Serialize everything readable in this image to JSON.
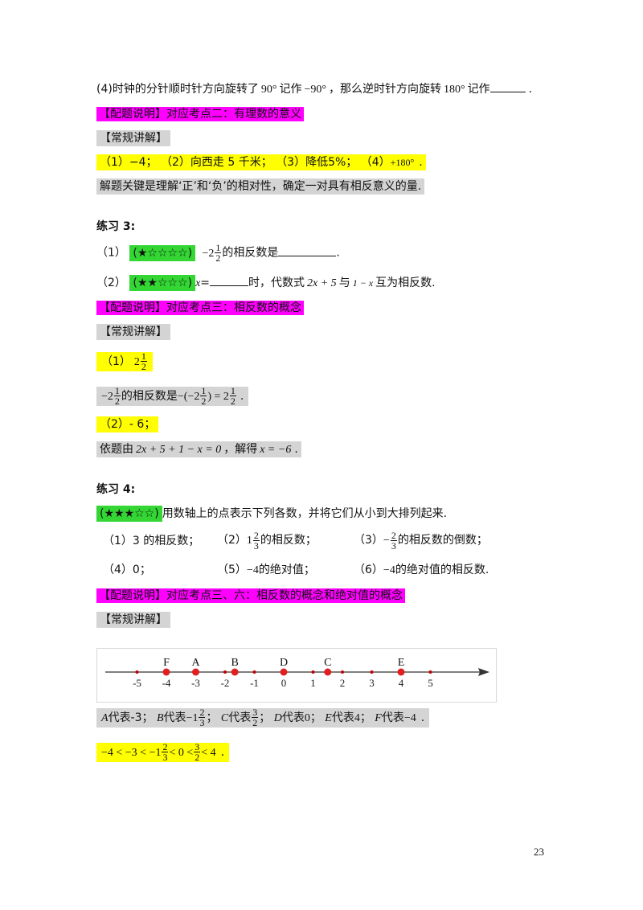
{
  "q4_line": {
    "prefix": "(4)时钟的分针顺时针方向旋转了",
    "v1": "90°",
    "mid1": "记作",
    "v2": "−90°",
    "mid2": "，那么逆时针方向旋转",
    "v3": "180°",
    "mid3": "记作",
    "end": "."
  },
  "tag_match_1": "【配题说明】对应考点二：有理数的意义",
  "tag_explain_1": "【常规讲解】",
  "answer_1": {
    "a1": "（1）−4；",
    "a2": "（2）向西走 5 千米；",
    "a3": "（3）降低5%；",
    "a4": "（4）",
    "a4v": "+180°",
    "end": "."
  },
  "explain_1": "解题关键是理解‘正’和‘负’的相对性，确定一对具有相反意义的量.",
  "ex3_title": "练习 3:",
  "ex3_q1": {
    "num": "（1）",
    "stars": "(★☆☆☆☆)",
    "neg": "−2",
    "f_num": "1",
    "f_den": "2",
    "text": "的相反数是",
    "end": "."
  },
  "ex3_q2": {
    "num": "（2）",
    "stars": "(★★☆☆☆)",
    "var": "x",
    "eq": "=",
    "text1": "时，代数式",
    "expr1": "2x + 5",
    "text2": "与",
    "expr2": "1 − x",
    "text3": "互为相反数."
  },
  "tag_match_2": "【配题说明】对应考点三：相反数的概念",
  "tag_explain_2": "【常规讲解】",
  "ans3_1": {
    "label": "（1）",
    "whole": "2",
    "f_num": "1",
    "f_den": "2"
  },
  "ans3_1_explain": {
    "a": "−2",
    "text": "的相反数是",
    "b": "−(−2",
    "c": ") = 2",
    "end": "."
  },
  "ans3_2": "（2）- 6；",
  "ans3_2_explain": {
    "t1": "依题由",
    "expr": "2x + 5 + 1 − x = 0",
    "t2": "，解得",
    "res": "x = −6",
    "end": "."
  },
  "ex4_title": "练习 4:",
  "ex4_intro": {
    "stars": "(★★★☆☆)",
    "text": "用数轴上的点表示下列各数，并将它们从小到大排列起来."
  },
  "ex4_items": {
    "i1": "（1）3 的相反数；",
    "i2_a": "（2）",
    "i2_w": "1",
    "i2_n": "2",
    "i2_d": "3",
    "i2_t": "的相反数；",
    "i3_a": "（3）",
    "i3_neg": "−",
    "i3_n": "2",
    "i3_d": "3",
    "i3_t": "的相反数的倒数；",
    "i4": "（4）0；",
    "i5_a": "（5）",
    "i5_v": "−4",
    "i5_t": "的绝对值；",
    "i6_a": "（6）",
    "i6_v": "−4",
    "i6_t": "的绝对值的相反数."
  },
  "tag_match_3": "【配题说明】对应考点三、六：相反数的概念和绝对值的概念",
  "tag_explain_3": "【常规讲解】",
  "number_line": {
    "ticks": [
      "-5",
      "-4",
      "-3",
      "-2",
      "-1",
      "0",
      "1",
      "2",
      "3",
      "4",
      "5"
    ],
    "points": [
      {
        "label": "F",
        "value": -4
      },
      {
        "label": "A",
        "value": -3
      },
      {
        "label": "B",
        "value": -1.6667
      },
      {
        "label": "D",
        "value": 0
      },
      {
        "label": "C",
        "value": 1.5
      },
      {
        "label": "E",
        "value": 4
      }
    ],
    "point_color": "#e02020",
    "tick_dot_color": "#c00000"
  },
  "legend_line": {
    "A": "A",
    "a_t": "代表-3；",
    "B": "B",
    "b_t": "代表",
    "b_v": "−1",
    "b_n": "2",
    "b_d": "3",
    "b_end": "；",
    "C": "C",
    "c_t": "代表",
    "c_n": "3",
    "c_d": "2",
    "c_end": "；",
    "D": "D",
    "d_t": "代表",
    "d_v": "0",
    "d_end": "；",
    "E": "E",
    "e_t": "代表",
    "e_v": "4",
    "e_end": "；",
    "F": "F",
    "f_t": "代表",
    "f_v": "−4",
    "f_end": "."
  },
  "order_line": {
    "p1": "−4 < −3 < −1",
    "n": "2",
    "d": "3",
    "p2": "< 0 <",
    "n2": "3",
    "d2": "2",
    "p3": "< 4",
    "end": "."
  },
  "page_number": "23",
  "colors": {
    "magenta": "#ff00ff",
    "gray": "#d4d4d4",
    "yellow": "#ffff00",
    "green": "#33d633"
  }
}
